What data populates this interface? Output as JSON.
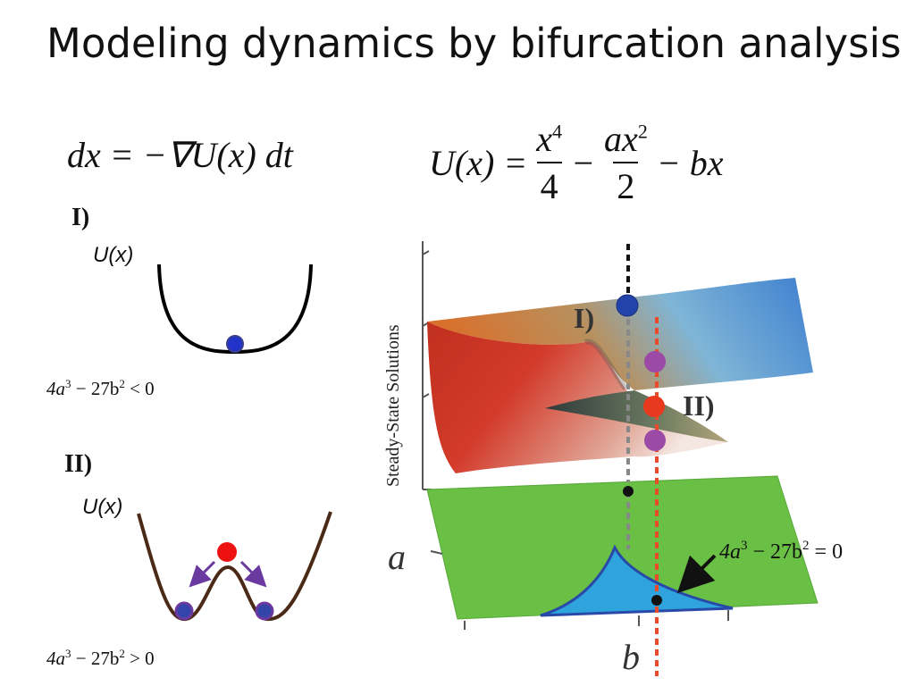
{
  "title": "Modeling dynamics by bifurcation analysis",
  "equations": {
    "dynamics": "dx = −∇U(x) dt",
    "potential_lhs": "U(x) =",
    "potential_t1_num": "x",
    "potential_t1_num_exp": "4",
    "potential_t1_den": "4",
    "potential_minus1": "−",
    "potential_t2_num": "ax",
    "potential_t2_num_exp": "2",
    "potential_t2_den": "2",
    "potential_t3": "− bx"
  },
  "case1": {
    "label": "I)",
    "axis_label": "U(x)",
    "condition_prefix": "4a",
    "condition_exp1": "3",
    "condition_mid": " − 27b",
    "condition_exp2": "2",
    "condition_suffix": " < 0"
  },
  "case2": {
    "label": "II)",
    "axis_label": "U(x)",
    "condition_prefix": "4a",
    "condition_exp1": "3",
    "condition_mid": " − 27b",
    "condition_exp2": "2",
    "condition_suffix": " > 0"
  },
  "surface_plot": {
    "z_axis_label": "Steady-State Solutions",
    "a_axis_label": "a",
    "b_axis_label": "b",
    "marker_I": "I)",
    "marker_II": "II)",
    "cusp_prefix": "4a",
    "cusp_exp1": "3",
    "cusp_mid": " − 27b",
    "cusp_exp2": "2",
    "cusp_suffix": " = 0"
  },
  "colors": {
    "plane": "#6abf45",
    "cusp_region": "#2ea3dc",
    "ball_blue": "#2244aa",
    "ball_red": "#e8381d",
    "ball_purple": "#9b4aa6",
    "well_line_1": "#000000",
    "well_line_2": "#4a2a17",
    "arrow": "#6a3aa0"
  }
}
